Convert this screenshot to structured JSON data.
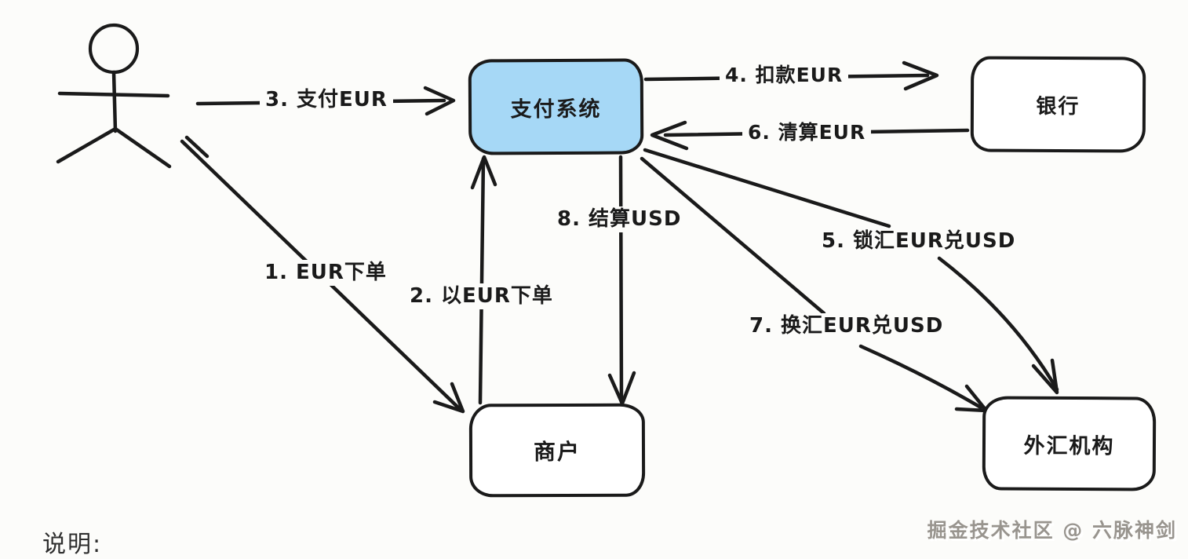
{
  "diagram": {
    "title_hint": "cross-currency payment flow sketch",
    "nodes": {
      "payment_system": "支付系统",
      "bank": "银行",
      "merchant": "商户",
      "forex": "外汇机构"
    },
    "edges": {
      "e1": "1. EUR下单",
      "e2": "2. 以EUR下单",
      "e3": "3. 支付EUR",
      "e4": "4. 扣款EUR",
      "e5": "5. 锁汇EUR兑USD",
      "e6": "6. 清算EUR",
      "e7": "7. 换汇EUR兑USD",
      "e8": "8. 结算USD"
    },
    "note": "说明:",
    "watermark": "掘金技术社区 @ 六脉神剑",
    "icons": {
      "actor": "user-stick-figure"
    },
    "colors": {
      "background": "#FCFCFA",
      "stroke": "#1A1A1A",
      "highlight_box_fill": "#A6D8F6",
      "watermark_gray": "#98948E"
    }
  }
}
